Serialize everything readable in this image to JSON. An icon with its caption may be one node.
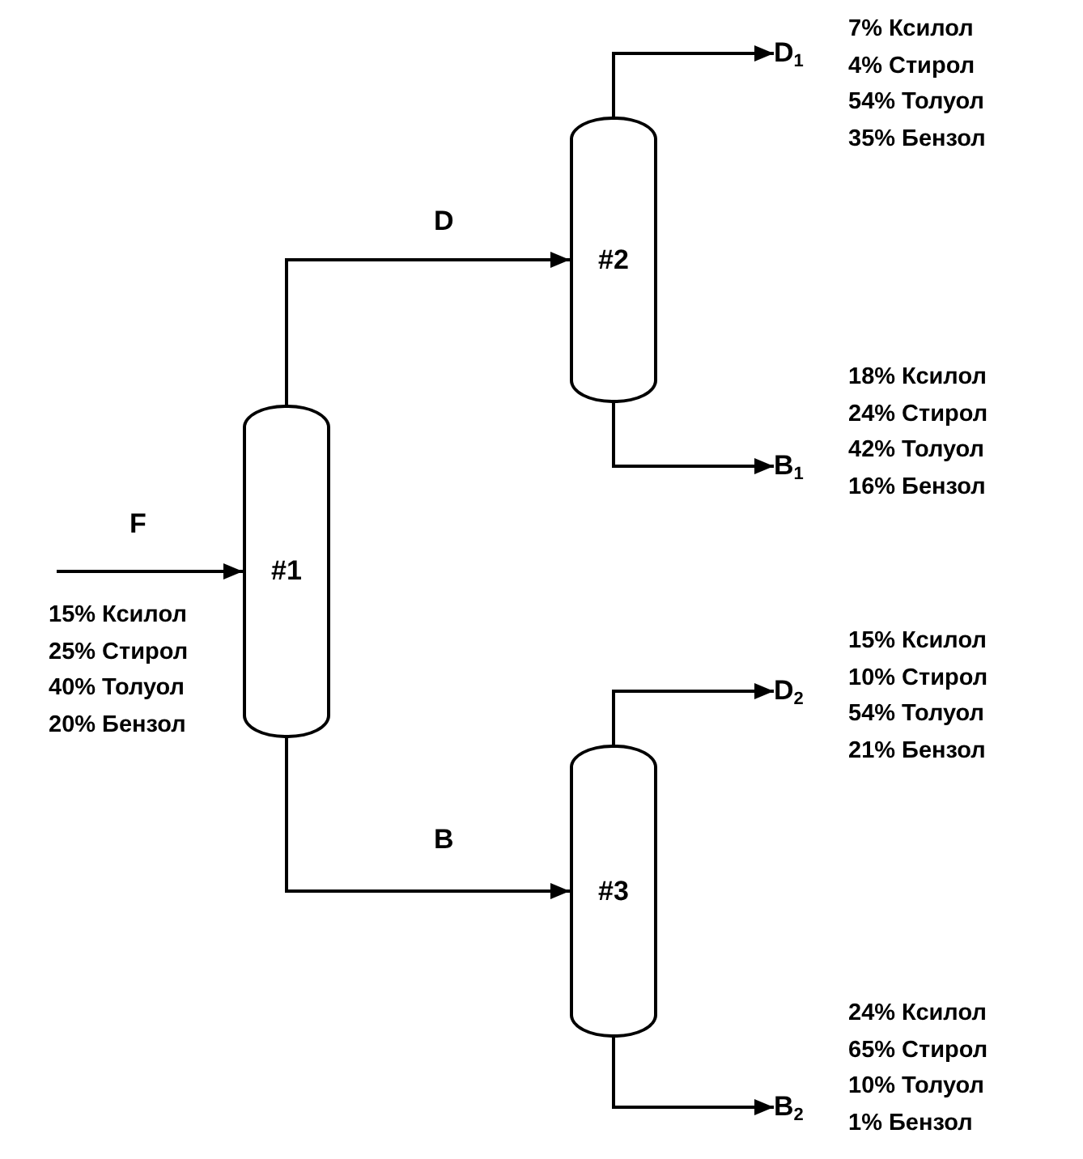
{
  "diagram": {
    "nodes": [
      {
        "text": [
          "#1"
        ]
      },
      {
        "text": [
          "#2"
        ]
      },
      {
        "text": [
          "#3"
        ]
      },
      {
        "text": [
          "D$_{1}$"
        ],
        "beside": [
          "7% Ксилол",
          "4% Стирол",
          "54% Толуол",
          "35% Бензол"
        ]
      },
      {
        "text": [
          "B$_{1}$"
        ],
        "beside": [
          "18% Ксилол",
          "24% Стирол",
          "42% Толуол",
          "16% Бензол"
        ]
      },
      {
        "text": [
          "D$_{2}$"
        ],
        "beside": [
          "15% Ксилол",
          "10% Стирол",
          "54% Толуол",
          "21% Бензол"
        ]
      },
      {
        "text": [
          "B$_{2}$"
        ],
        "beside": [
          "24% Ксилол",
          "65% Стирол",
          "10% Толуол",
          "1% Бензол"
        ]
      }
    ],
    "edges": [
      {
        "from": null,
        "to": 0,
        "arrow": "to",
        "label": "F"
      },
      {
        "from": 0,
        "to": 1,
        "arrow": "to",
        "label": "D"
      },
      {
        "from": 0,
        "to": 2,
        "arrow": "to",
        "label": "B"
      },
      {
        "from": 1,
        "to": 3,
        "arrow": "to"
      },
      {
        "from": 1,
        "to": 4,
        "arrow": "to"
      },
      {
        "from": 2,
        "to": 5,
        "arrow": "to"
      },
      {
        "from": 2,
        "to": 6,
        "arrow": "to"
      }
    ],
    "labels": [
      "15% Ксилол",
      "25% Стирол",
      "40% Толуол",
      "20% Бензол"
    ]
  }
}
